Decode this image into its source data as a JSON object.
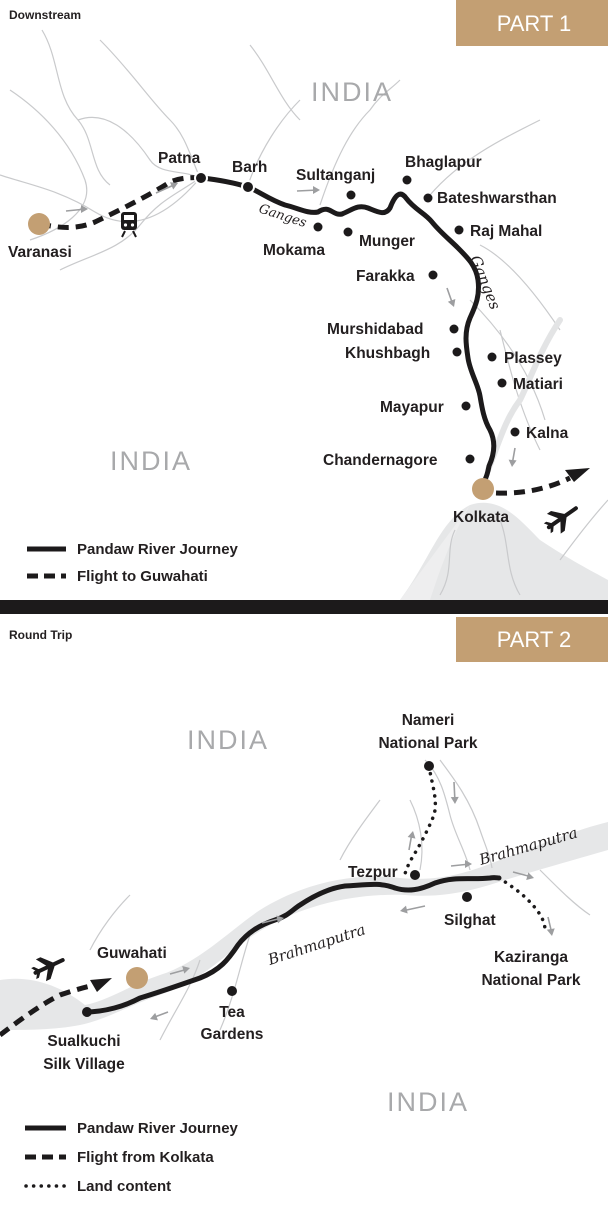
{
  "colors": {
    "gold": "#c39f73",
    "route": "#1c1a1b",
    "water": "#d4d5d7",
    "divider": "#1c1a1b",
    "country": "#a8a9ab"
  },
  "part1": {
    "section": "Downstream",
    "badge": "PART 1",
    "country_top": "INDIA",
    "country_bottom": "INDIA",
    "river_small": "Ganges",
    "river_large": "Ganges",
    "places": {
      "varanasi": "Varanasi",
      "patna": "Patna",
      "barh": "Barh",
      "sultanganj": "Sultanganj",
      "bhaglapur": "Bhaglapur",
      "bateshwarsthan": "Bateshwarsthan",
      "raj_mahal": "Raj Mahal",
      "mokama": "Mokama",
      "munger": "Munger",
      "farakka": "Farakka",
      "murshidabad": "Murshidabad",
      "khushbagh": "Khushbagh",
      "plassey": "Plassey",
      "matiari": "Matiari",
      "mayapur": "Mayapur",
      "kalna": "Kalna",
      "chandernagore": "Chandernagore",
      "kolkata": "Kolkata"
    },
    "legend": [
      "Pandaw River Journey",
      "Flight to Guwahati"
    ],
    "icons": [
      "train-icon",
      "airplane-icon"
    ]
  },
  "part2": {
    "section": "Round Trip",
    "badge": "PART 2",
    "country_top": "INDIA",
    "country_bottom": "INDIA",
    "river_left": "Brahmaputra",
    "river_right": "Brahmaputra",
    "places": {
      "nameri_1": "Nameri",
      "nameri_2": "National Park",
      "tezpur": "Tezpur",
      "silghat": "Silghat",
      "kaziranga_1": "Kaziranga",
      "kaziranga_2": "National Park",
      "guwahati": "Guwahati",
      "tea_1": "Tea",
      "tea_2": "Gardens",
      "sualkuchi_1": "Sualkuchi",
      "sualkuchi_2": "Silk Village"
    },
    "legend": [
      "Pandaw River Journey",
      "Flight from Kolkata",
      "Land content"
    ],
    "icons": [
      "airplane-icon"
    ]
  }
}
